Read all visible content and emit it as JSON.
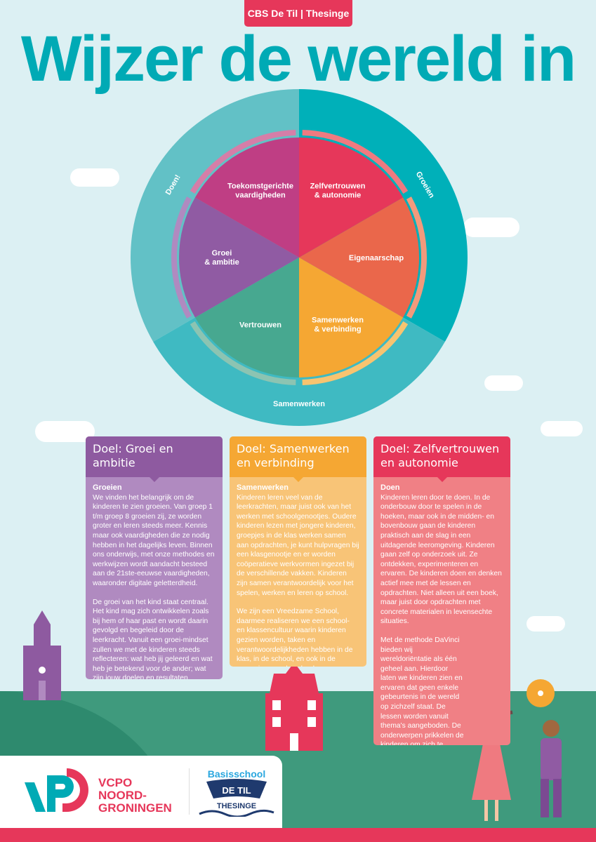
{
  "header": {
    "badge": "CBS De Til | Thesinge",
    "title": "Wijzer de wereld in"
  },
  "wheel": {
    "outer": [
      {
        "label": "Doen!",
        "color": "#62c1c6"
      },
      {
        "label": "Groeien",
        "color": "#00b0b9"
      },
      {
        "label": "Samenwerken",
        "color": "#3fbac2"
      }
    ],
    "segments": [
      {
        "label1": "Zelfvertrouwen",
        "label2": "& autonomie",
        "color": "#e6375a",
        "rim": "#ef7a80"
      },
      {
        "label1": "Eigenaarschap",
        "label2": "",
        "color": "#ea674b",
        "rim": "#f29a7c"
      },
      {
        "label1": "Samenwerken",
        "label2": "& verbinding",
        "color": "#f5a733",
        "rim": "#f8c470"
      },
      {
        "label1": "Vertrouwen",
        "label2": "",
        "color": "#47a890",
        "rim": "#8cc4b2"
      },
      {
        "label1": "Groei",
        "label2": "& ambitie",
        "color": "#905ba3",
        "rim": "#b08ac0"
      },
      {
        "label1": "Toekomstgerichte",
        "label2": "vaardigheden",
        "color": "#bf3e84",
        "rim": "#d57ea8"
      }
    ]
  },
  "boxes": [
    {
      "title": "Doel: Groei en ambitie",
      "subtitle": "Groeien",
      "p1": "We vinden het belangrijk om de kinderen te zien groeien. Van groep 1 t/m groep 8 groeien zij, ze worden groter en leren steeds meer. Kennis maar ook vaardigheden die ze nodig hebben in het dagelijks leven. Binnen ons onderwijs, met onze methodes en werkwijzen wordt aandacht besteed aan de 21ste-eeuwse vaardigheden, waaronder digitale geletterdheid.",
      "p2": "De groei van het kind staat centraal. Het kind mag zich ontwikkelen zoals bij hem of haar past en wordt daarin gevolgd en begeleid door de leerkracht.  Vanuit een groei-mindset zullen we met de kinderen steeds reflecteren: wat heb jij geleerd en wat heb je betekend voor de ander; wat zijn jouw doelen en resultaten."
    },
    {
      "title": "Doel: Samenwerken en verbinding",
      "subtitle": "Samenwerken",
      "p1": "Kinderen leren veel van de leerkrachten, maar juist ook van het werken met schoolgenootjes. Oudere kinderen lezen met jongere kinderen, groepjes in de klas werken samen aan opdrachten, je kunt hulpvragen bij een klasgenootje en er worden coöperatieve werkvormen ingezet bij de verschillende vakken. Kinderen zijn samen verantwoordelijk voor het spelen, werken en leren op school.",
      "p2": "We zijn een Vreedzame School, daarmee realiseren we een school- en klassencultuur waarin kinderen gezien worden, taken en verantwoordelijkheden hebben in de klas, in de school, en ook in de omgeving van de school."
    },
    {
      "title": "Doel: Zelfvertrouwen en autonomie",
      "subtitle": "Doen",
      "p1": "Kinderen leren door te doen. In de onderbouw door te spelen in de hoeken, maar ook in de midden- en bovenbouw gaan de kinderen praktisch aan de slag in een uitdagende leeromgeving. Kinderen gaan zelf op onderzoek uit. Ze ontdekken, experimenteren en ervaren. De kinderen doen en denken actief mee met de lessen en opdrachten. Niet alleen uit een boek, maar juist door opdrachten met concrete materialen in levensechte situaties.",
      "p2": "Met de methode DaVinci bieden wij wereldoriëntatie als één geheel aan. Hierdoor laten we kinderen zien en ervaren dat geen enkele gebeurtenis in de wereld op zichzelf staat. De lessen worden vanuit thema's aangeboden. De onderwerpen prikkelen de kinderen om zich te verwonderen en hun nieuwsgierigheid uit te dagen. Ook cultuur-onderwijs speelt hierbij een belangrijke rol."
    }
  ],
  "footer": {
    "vcpo": [
      "VCPO",
      "NOORD-",
      "GRONINGEN"
    ],
    "school_logo": {
      "top": "Basisschool",
      "name": "DE TIL",
      "place": "THESINGE"
    }
  }
}
